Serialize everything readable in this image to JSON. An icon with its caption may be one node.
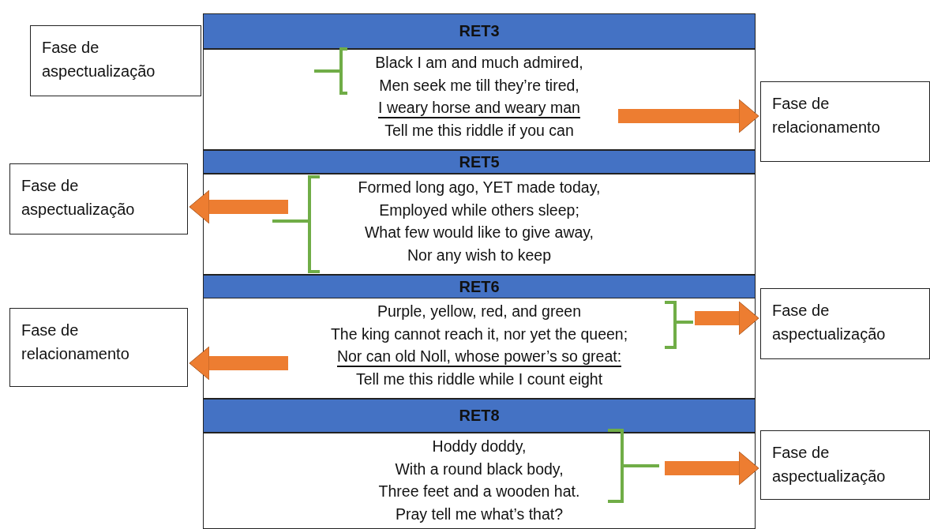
{
  "diagram": {
    "nodes": [
      {
        "text": [
          "Fase de aspectualização"
        ]
      },
      {
        "text": [
          "RET3"
        ]
      },
      {
        "text": [
          "Black I am and much admired,",
          "Men seek me till they’re tired,",
          "I weary horse and weary man",
          "Tell me this riddle if you can"
        ]
      },
      {
        "text": [
          "Fase de relacionamento"
        ]
      },
      {
        "text": [
          "RET5"
        ]
      },
      {
        "text": [
          "Formed long ago, YET made today,",
          "Employed while others sleep;",
          "What few would like to give away,",
          "Nor any wish to keep"
        ]
      },
      {
        "text": [
          "Fase de aspectualização"
        ]
      },
      {
        "text": [
          "RET6"
        ]
      },
      {
        "text": [
          "Purple, yellow, red, and green",
          "The king cannot reach it, nor yet the queen;",
          "Nor can old Noll, whose power’s so great:",
          "Tell me this riddle while I count eight"
        ]
      },
      {
        "text": [
          "Fase de aspectualização"
        ]
      },
      {
        "text": [
          "Fase de relacionamento"
        ]
      },
      {
        "text": [
          "RET8"
        ]
      },
      {
        "text": [
          "Hoddy doddy,",
          "With a round black body,",
          "Three feet and a wooden hat.",
          "Pray tell me what’s that?"
        ]
      },
      {
        "text": [
          "Fase de aspectualização"
        ]
      }
    ],
    "edges": [
      {
        "from": 2,
        "to": 3,
        "arrow": "to"
      },
      {
        "from": 5,
        "to": 6,
        "arrow": "to"
      },
      {
        "from": 8,
        "to": 9,
        "arrow": "to"
      },
      {
        "from": 8,
        "to": 10,
        "arrow": "to"
      },
      {
        "from": 12,
        "to": 13,
        "arrow": "to"
      }
    ]
  }
}
